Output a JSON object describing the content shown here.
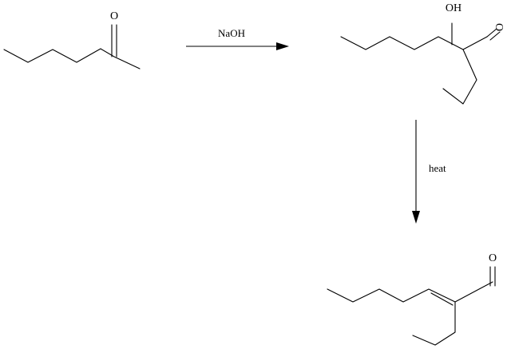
{
  "reactant": {
    "carbonyl_oxygen": "O"
  },
  "step1": {
    "reagent": "NaOH"
  },
  "aldol_product": {
    "hydroxyl_label": "OH",
    "aldehyde_oxygen": "O"
  },
  "step2": {
    "condition": "heat"
  },
  "enal_product": {
    "aldehyde_oxygen": "O"
  }
}
